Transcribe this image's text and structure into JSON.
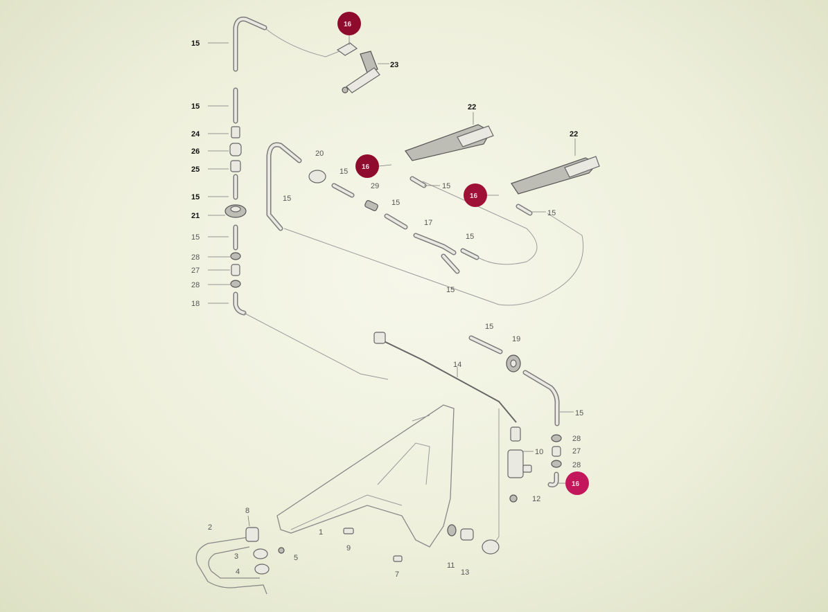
{
  "callouts": {
    "top_left": {
      "c15a": "15",
      "c15b": "15",
      "c24": "24",
      "c26": "26",
      "c25": "25",
      "c15c": "15",
      "c21": "21",
      "c15d": "15",
      "c28a": "28",
      "c27": "27",
      "c28b": "28",
      "c18": "18"
    },
    "top_mid": {
      "c23": "23",
      "c20": "20",
      "c15e": "15",
      "c29": "29",
      "c15f": "15",
      "c15g": "15",
      "c17": "17",
      "c15h": "15",
      "c15i": "15",
      "c15j": "15"
    },
    "top_right": {
      "c22a": "22",
      "c22b": "22",
      "c15k": "15"
    },
    "lower": {
      "c15l": "15",
      "c19": "19",
      "c14": "14",
      "c15m": "15",
      "c28c": "28",
      "c27b": "27",
      "c28d": "28",
      "c10": "10",
      "c12": "12",
      "c8": "8",
      "c2": "2",
      "c1": "1",
      "c3": "3",
      "c4": "4",
      "c5": "5",
      "c9": "9",
      "c7": "7",
      "c11": "11",
      "c13": "13"
    }
  },
  "badges": {
    "b1": "16",
    "b2": "16",
    "b3": "16",
    "b4": "16"
  },
  "colors": {
    "badge_fill": "#8e0b2e",
    "badge_fill_alt": "#c2185b",
    "background": "#eef0dc"
  }
}
